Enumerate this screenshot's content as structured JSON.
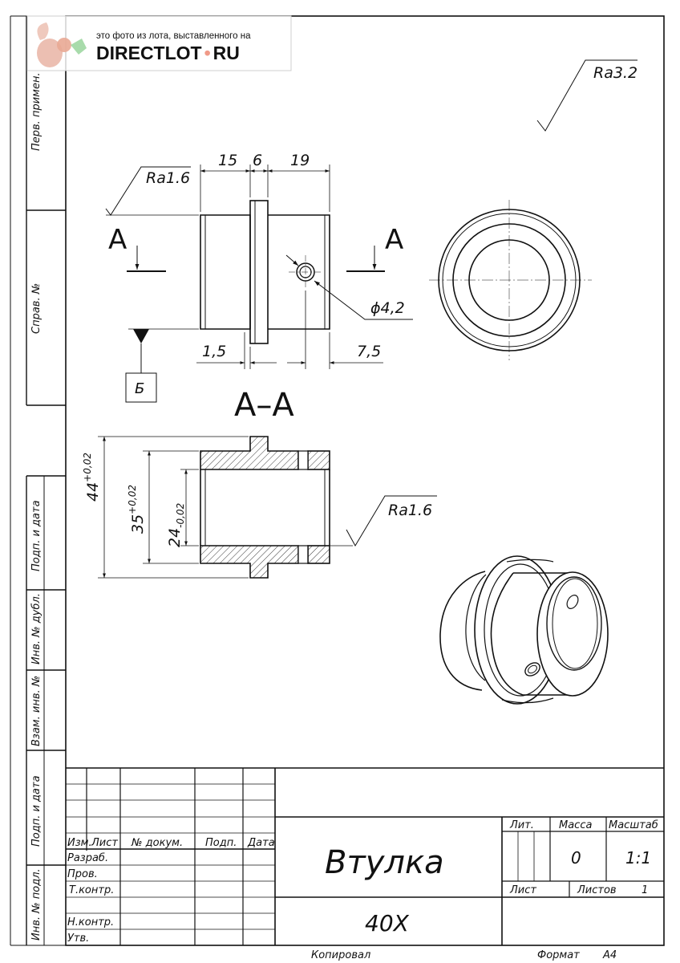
{
  "watermark": {
    "caption": "это фото из лота, выставленного на",
    "brand": "DIRECTLOT",
    "brand_dot": "•",
    "brand_suffix": "RU"
  },
  "left_margin_labels": {
    "perv_primen": "Перв. примен.",
    "sprav_no": "Справ. №",
    "podp_i_data_1": "Подп. и дата",
    "inv_no_dubl": "Инв. № дубл.",
    "vzam_inv_no": "Взам. инв. №",
    "podp_i_data_2": "Подп. и дата",
    "inv_no_podl": "Инв. № подл."
  },
  "surface_roughness": {
    "general": "Ra3.2",
    "front_view": "Ra1.6",
    "bore": "Ra1.6"
  },
  "front_view": {
    "cut_marker_left": "A",
    "cut_marker_right": "A",
    "dim_top_1": "15",
    "dim_top_2": "6",
    "dim_top_3": "19",
    "dim_bottom_1": "1,5",
    "dim_bottom_2": "7,5",
    "hole_diameter": "ϕ4,2",
    "datum": "Б"
  },
  "section_view": {
    "title": "А–А",
    "dim_outer": "44",
    "dim_outer_tol": "+0,02",
    "dim_mid": "35",
    "dim_mid_tol": "+0,02",
    "dim_inner": "24",
    "dim_inner_tol": "-0,02"
  },
  "title_block": {
    "headers": {
      "izm": "Изм.",
      "list": "Лист",
      "no_dokum": "№ докум.",
      "podp": "Подп.",
      "data": "Дата"
    },
    "rows": {
      "razrab": "Разраб.",
      "prov": "Пров.",
      "t_kontr": "Т.контр.",
      "n_kontr": "Н.контр.",
      "utv": "Утв."
    },
    "part_name": "Втулка",
    "material": "40Х",
    "lit_label": "Лит.",
    "massa_label": "Масса",
    "masshtab_label": "Масштаб",
    "massa_value": "0",
    "masshtab_value": "1:1",
    "list_label": "Лист",
    "listov_label": "Листов",
    "listov_value": "1"
  },
  "footer": {
    "kopiroval": "Копировал",
    "format_label": "Формат",
    "format_value": "А4"
  }
}
